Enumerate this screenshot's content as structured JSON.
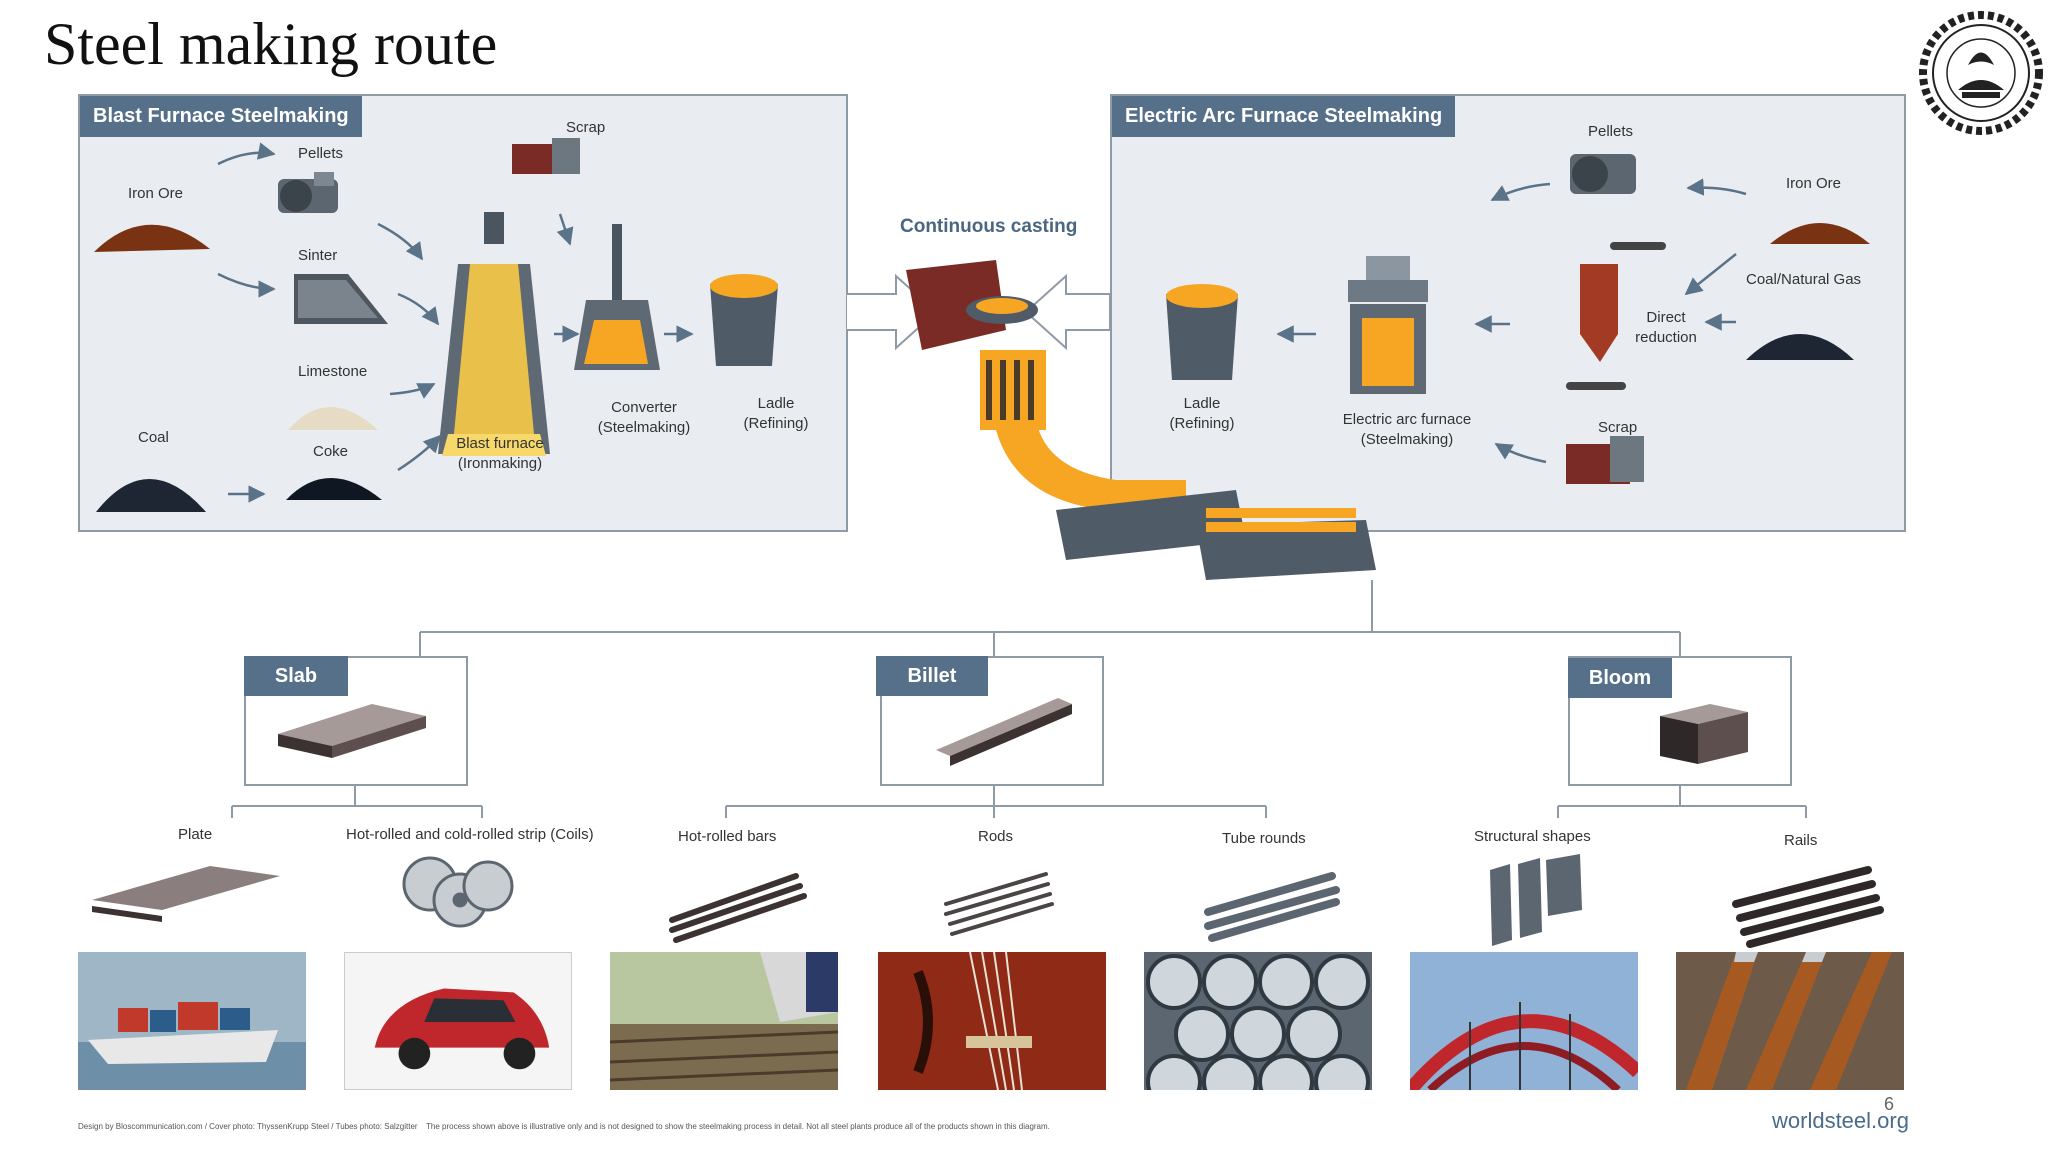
{
  "slide": {
    "title": "Steel making route",
    "page_number": "6",
    "brand": "worldsteel.org",
    "credit": "Design by Bloscommunication.com / Cover photo: ThyssenKrupp Steel / Tubes photo: Salzgitter",
    "disclaimer": "The process shown above is illustrative only and is not designed to show the steelmaking process in detail. Not all steel plants produce all of the products shown in this diagram."
  },
  "blast_furnace_panel": {
    "title": "Blast Furnace Steelmaking",
    "iron_ore": "Iron Ore",
    "pellets": "Pellets",
    "sinter": "Sinter",
    "limestone": "Limestone",
    "coal": "Coal",
    "coke": "Coke",
    "scrap": "Scrap",
    "blast_furnace": "Blast furnace",
    "blast_furnace_sub": "(Ironmaking)",
    "converter": "Converter",
    "converter_sub": "(Steelmaking)",
    "ladle": "Ladle",
    "ladle_sub": "(Refining)"
  },
  "continuous_casting": {
    "label": "Continuous casting"
  },
  "eaf_panel": {
    "title": "Electric Arc Furnace Steelmaking",
    "pellets": "Pellets",
    "iron_ore": "Iron Ore",
    "coal_gas": "Coal/Natural Gas",
    "direct": "Direct",
    "reduction": "reduction",
    "eaf": "Electric arc furnace",
    "eaf_sub": "(Steelmaking)",
    "ladle": "Ladle",
    "ladle_sub": "(Refining)",
    "scrap": "Scrap"
  },
  "semi_products": {
    "slab": "Slab",
    "billet": "Billet",
    "bloom": "Bloom"
  },
  "products": {
    "plate": "Plate",
    "strip": "Hot-rolled and cold-rolled strip (Coils)",
    "hot_rolled_bars": "Hot-rolled bars",
    "rods": "Rods",
    "tube_rounds": "Tube rounds",
    "structural_shapes": "Structural shapes",
    "rails": "Rails"
  },
  "colors": {
    "panel_bg": "#e9edf2",
    "header": "#56708a",
    "connector": "#8e9aa6",
    "molten": "#f6a623",
    "brand": "#4a6b8a"
  },
  "icons": [
    "arrow-icon",
    "pellet-plant-icon",
    "sinter-plant-icon",
    "ore-pile-icon",
    "coal-pile-icon",
    "coke-pile-icon",
    "limestone-pile-icon",
    "scrap-icon",
    "blast-furnace-icon",
    "converter-icon",
    "ladle-icon",
    "eaf-icon",
    "direct-reduction-icon",
    "caster-icon",
    "slab-icon",
    "billet-icon",
    "bloom-icon"
  ]
}
